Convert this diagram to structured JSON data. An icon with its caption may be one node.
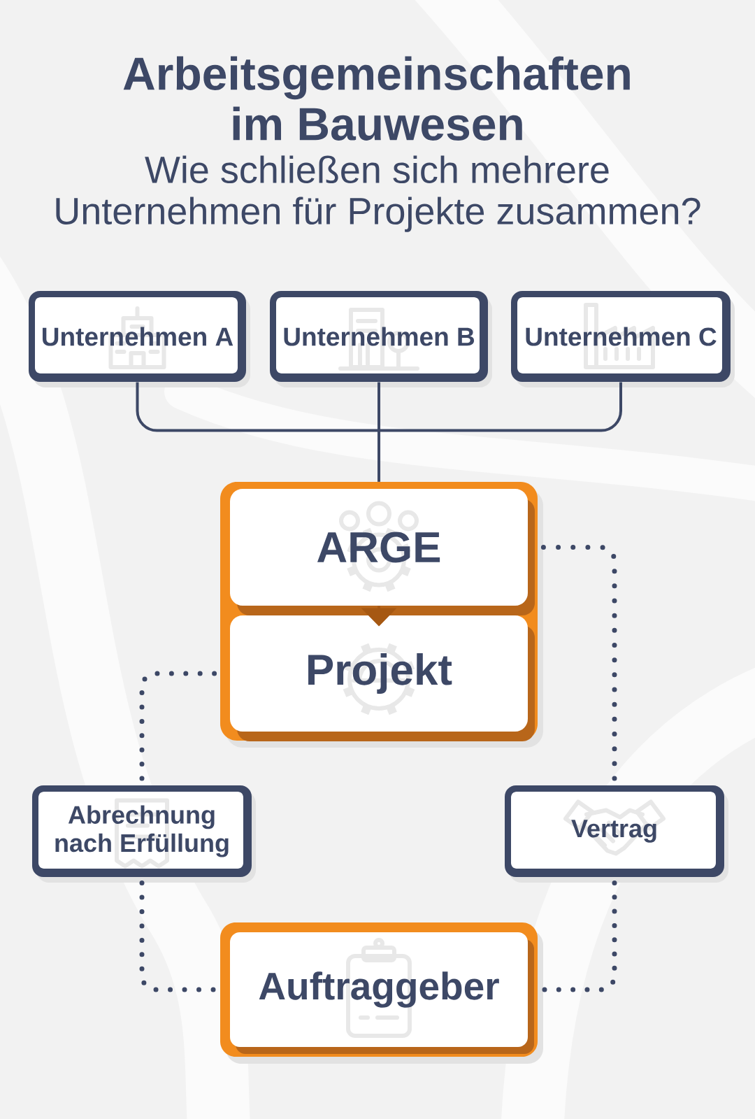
{
  "diagram": {
    "title": "Arbeitsgemeinschaften im Bauwesen",
    "nodes": [
      {
        "text": [
          "Unternehmen A"
        ]
      },
      {
        "text": [
          "Unternehmen B"
        ]
      },
      {
        "text": [
          "Unternehmen C"
        ]
      },
      {
        "text": [],
        "shape": "box"
      },
      {
        "text": [
          "ARGE"
        ],
        "in": 3
      },
      {
        "text": [
          "Projekt"
        ],
        "in": 3
      },
      {
        "text": [
          "Abrechnung nach Erfüllung"
        ]
      },
      {
        "text": [
          "Vertrag"
        ]
      },
      {
        "text": [
          "Auftraggeber"
        ]
      }
    ],
    "edges": [
      {
        "from": 0,
        "to": 3,
        "arrow": "none"
      },
      {
        "from": 1,
        "to": 3,
        "arrow": "none"
      },
      {
        "from": 2,
        "to": 3,
        "arrow": "none"
      },
      {
        "from": 4,
        "to": 5,
        "arrow": "to",
        "color": "#a65812"
      },
      {
        "from": 4,
        "to": 7,
        "arrow": "none",
        "style": "dashed"
      },
      {
        "from": 5,
        "to": 6,
        "arrow": "none",
        "style": "dashed"
      },
      {
        "from": 7,
        "to": 8,
        "arrow": "none",
        "style": "dashed"
      },
      {
        "from": 6,
        "to": 8,
        "arrow": "none",
        "style": "dashed"
      }
    ],
    "labels": [
      "Wie schließen sich mehrere Unternehmen für Projekte zusammen?"
    ]
  }
}
